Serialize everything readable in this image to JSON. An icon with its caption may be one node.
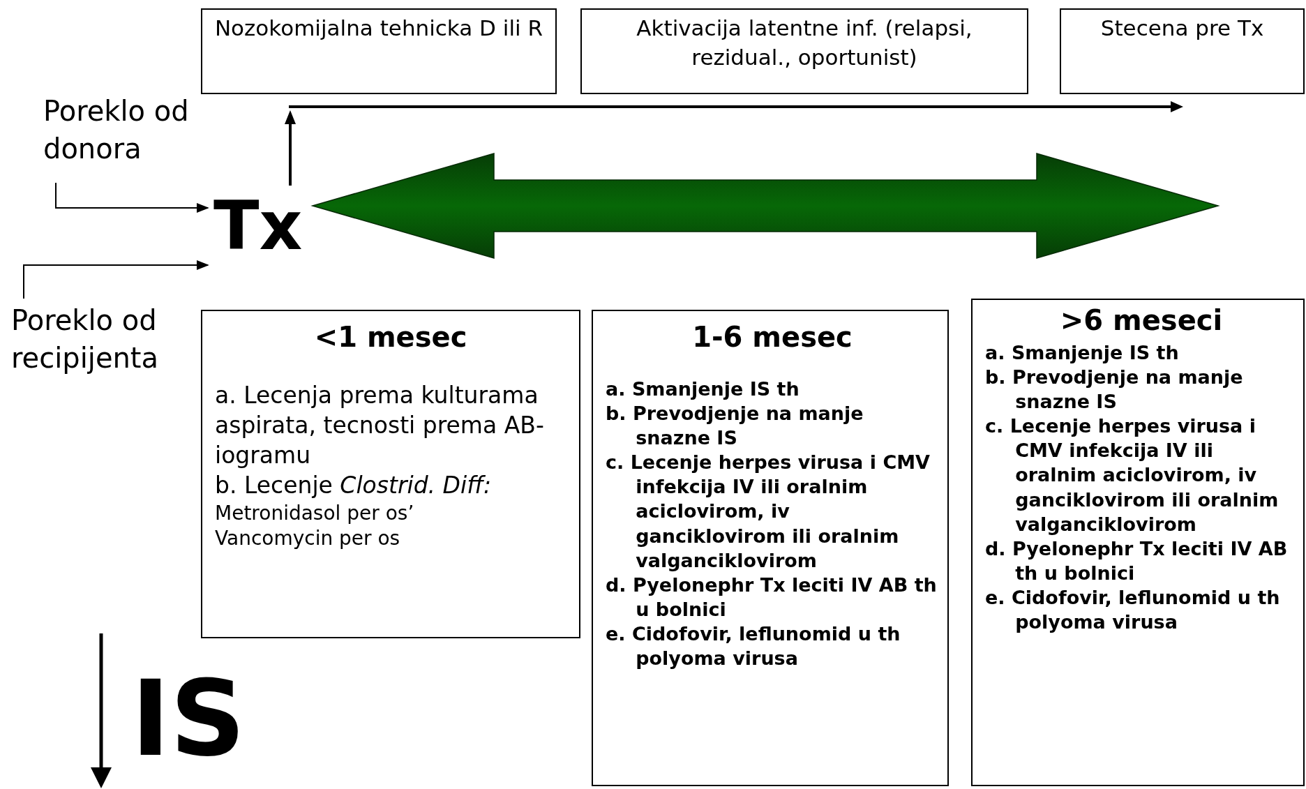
{
  "diagram": {
    "nodes": [
      {
        "text": [
          "Nozokomijalna tehnicka D ili R"
        ]
      },
      {
        "text": [
          "Aktivacija latentne inf. (relapsi, rezidual., oportunist)"
        ]
      },
      {
        "text": [
          "Stecena pre Tx"
        ]
      },
      {
        "text": [
          "Poreklo od donora"
        ]
      },
      {
        "text": [
          "Tx"
        ]
      },
      {
        "text": [
          "Poreklo od recipijenta"
        ]
      },
      {
        "text": [
          "<1 mesec",
          "a. Lecenja prema kulturama aspirata, tecnosti prema AB-iogramu",
          "b. Lecenje *Clostrid. Diff:*",
          "Metronidasol per os’",
          "Vancomycin per os"
        ]
      },
      {
        "text": [
          "1-6 mesec",
          "a. Smanjenje IS th",
          "b. Prevodjenje na manje snazne IS",
          "c. Lecenje herpes virusa i CMV infekcija IV ili oralnim aciclovirom, iv ganciklovirom ili oralnim valganciklovirom",
          "d. Pyelonephr Tx leciti IV AB th u bolnici",
          "e. Cidofovir, leflunomid u th polyoma virusa"
        ]
      },
      {
        "text": [
          ">6 meseci",
          "a. Smanjenje IS th",
          "b. Prevodjenje na manje snazne IS",
          "c. Lecenje herpes virusa i CMV infekcija IV ili oralnim aciclovirom, iv ganciklovirom ili oralnim valganciklovirom",
          "d. Pyelonephr Tx leciti IV AB th u bolnici",
          "e. Cidofovir, leflunomid u th polyoma virusa"
        ]
      }
    ],
    "edges": [
      {
        "from": 3,
        "to": 4,
        "arrow": "to"
      },
      {
        "from": 5,
        "to": 4,
        "arrow": "to"
      }
    ],
    "labels": [
      "IS"
    ]
  }
}
